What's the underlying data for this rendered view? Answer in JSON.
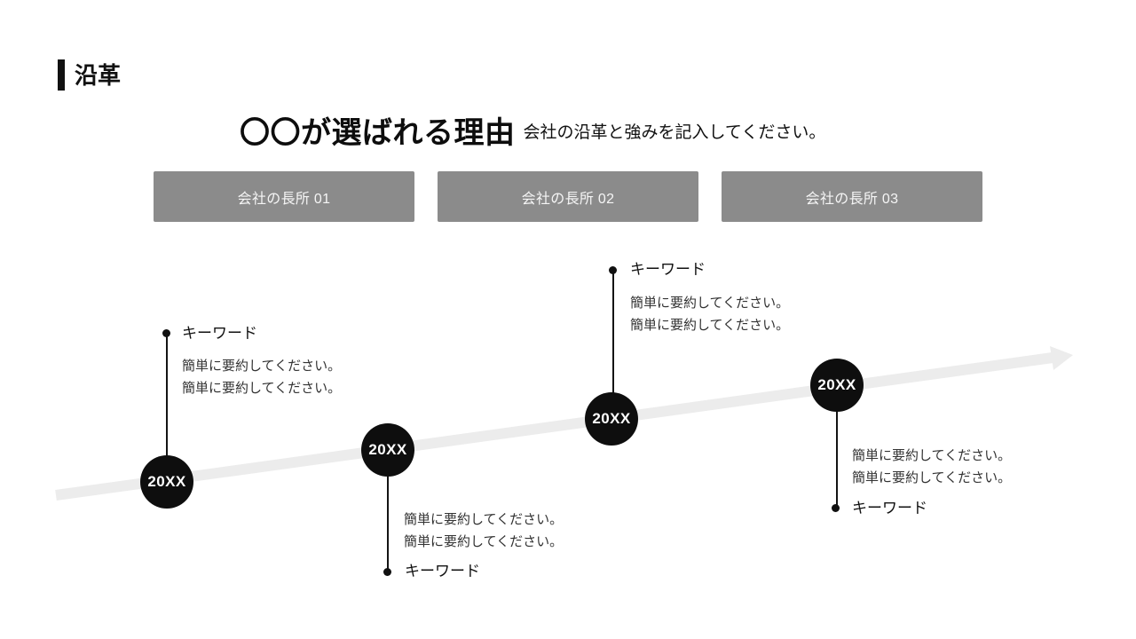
{
  "slide": {
    "section_label": "沿革",
    "title": "〇〇が選ばれる理由",
    "subtitle": "会社の沿革と強みを記入してください。"
  },
  "strengths": [
    {
      "label": "会社の長所 01"
    },
    {
      "label": "会社の長所 02"
    },
    {
      "label": "会社の長所 03"
    }
  ],
  "timeline": {
    "milestones": [
      {
        "year": "20XX",
        "keyword": "キーワード",
        "desc": [
          "簡単に要約してください。",
          "簡単に要約してください。"
        ]
      },
      {
        "year": "20XX",
        "keyword": "キーワード",
        "desc": [
          "簡単に要約してください。",
          "簡単に要約してください。"
        ]
      },
      {
        "year": "20XX",
        "keyword": "キーワード",
        "desc": [
          "簡単に要約してください。",
          "簡単に要約してください。"
        ]
      },
      {
        "year": "20XX",
        "keyword": "キーワード",
        "desc": [
          "簡単に要約してください。",
          "簡単に要約してください。"
        ]
      }
    ]
  },
  "colors": {
    "text_black": "#111111",
    "box_gray": "#8b8b8b",
    "box_text": "#f5f5f5",
    "arrow_gray": "#ececec",
    "description_gray": "#333333",
    "marker_black": "#0e0e0e"
  }
}
